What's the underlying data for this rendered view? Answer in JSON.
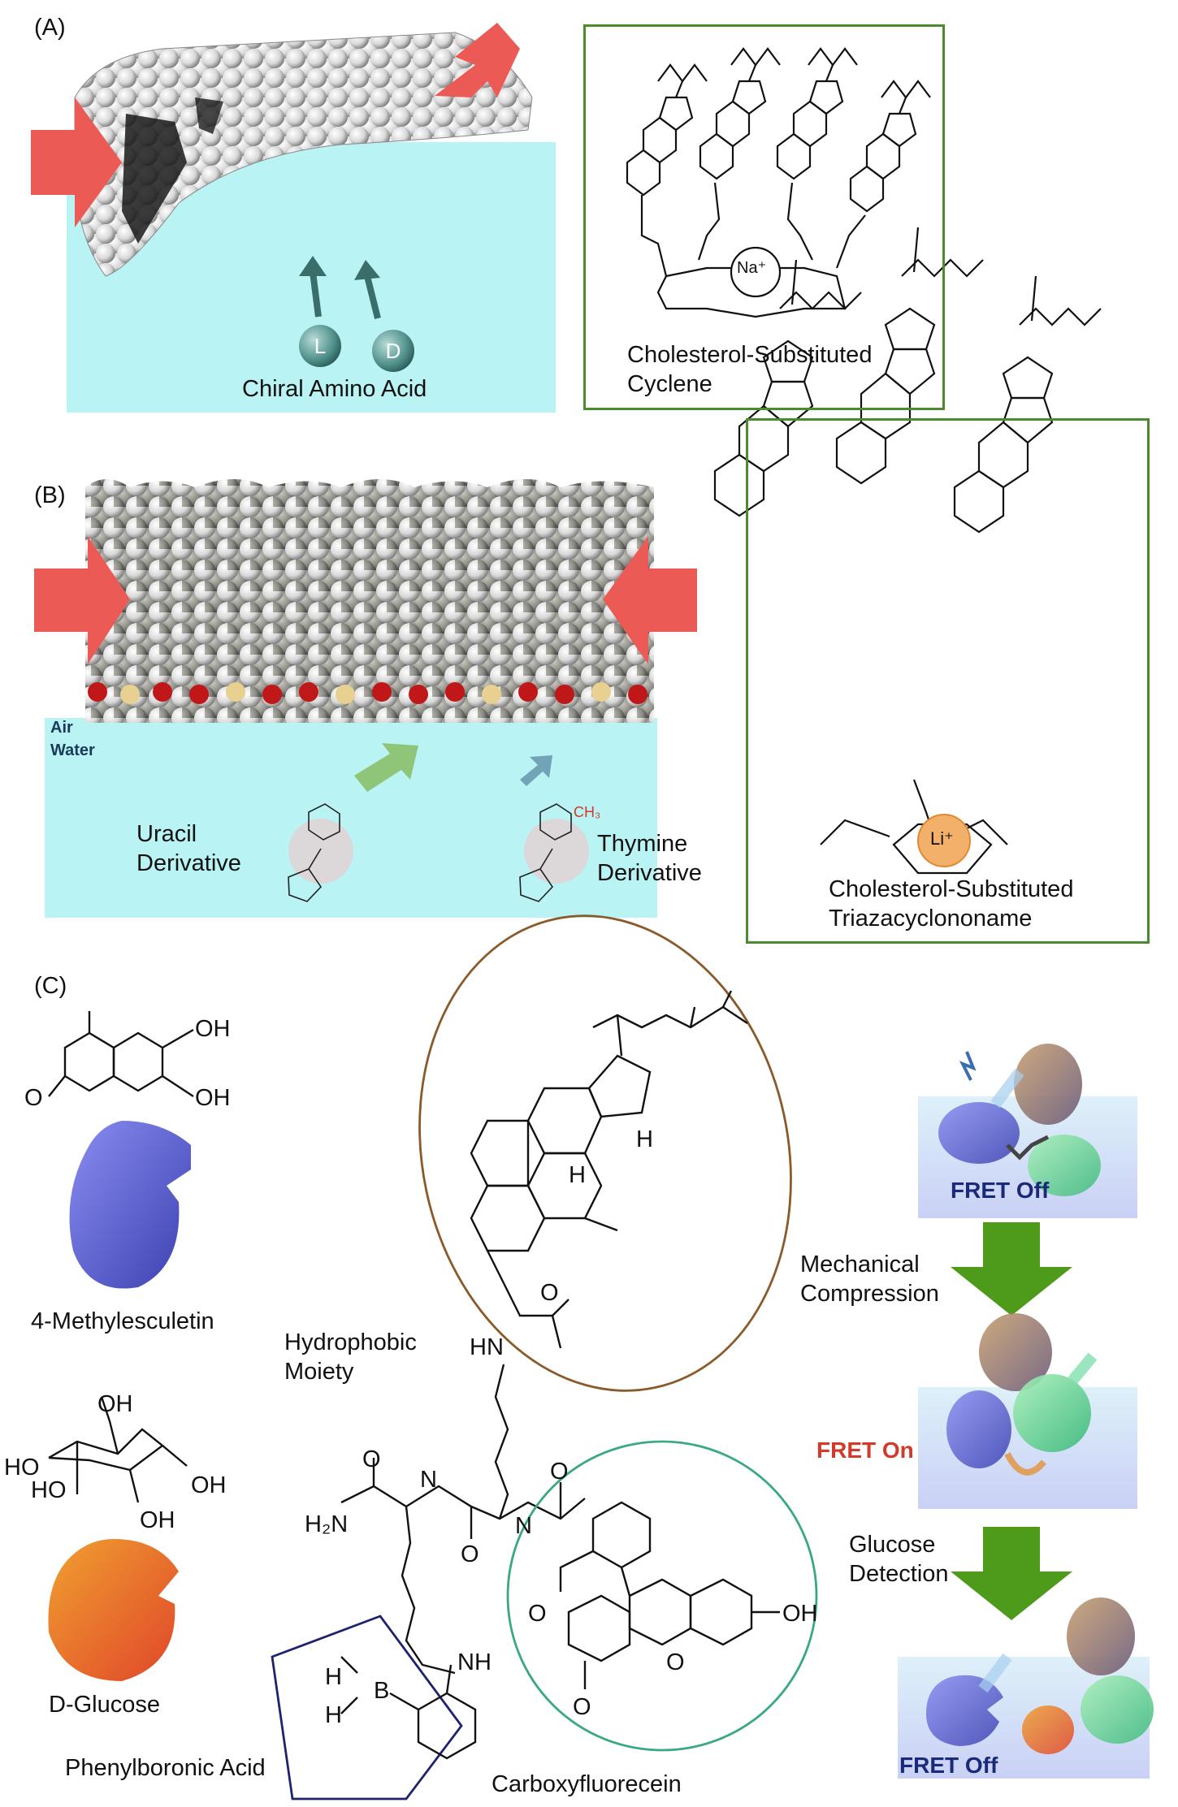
{
  "panel_a": {
    "letter": "(A)",
    "amino_acid_caption": "Chiral Amino Acid",
    "l_label": "L",
    "d_label": "D",
    "structure_caption_line1": "Cholesterol-Substituted",
    "structure_caption_line2": "Cyclene",
    "ion": "Na⁺"
  },
  "panel_b": {
    "letter": "(B)",
    "air_label": "Air",
    "water_label": "Water",
    "uracil_line1": "Uracil",
    "uracil_line2": "Derivative",
    "thymine_line1": "Thymine",
    "thymine_line2": "Derivative",
    "methyl_label": "CH₃",
    "structure_caption_line1": "Cholesterol-Substituted",
    "structure_caption_line2": "Triazacyclononame",
    "ion": "Li⁺"
  },
  "panel_c": {
    "letter": "(C)",
    "methylesculetin": "4-Methylesculetin",
    "glucose": "D-Glucose",
    "hydrophobic_line1": "Hydrophobic",
    "hydrophobic_line2": "Moiety",
    "phenylboronic": "Phenylboronic Acid",
    "carboxyfluorecein": "Carboxyfluorecein",
    "fret_off_1": "FRET Off",
    "fret_on": "FRET On",
    "fret_off_2": "FRET Off",
    "mechanical_line1": "Mechanical",
    "mechanical_line2": "Compression",
    "glucose_det_line1": "Glucose",
    "glucose_det_line2": "Detection",
    "chem": {
      "oh": "OH",
      "o": "O",
      "h": "H",
      "hn": "HN",
      "nh": "NH",
      "h2n": "H₂N",
      "ho": "HO",
      "b": "B",
      "n": "N"
    }
  },
  "colors": {
    "water": "#b9f3f4",
    "arrow_red": "#ec5a55",
    "box_green": "#4c8a2e",
    "ellipse_brown": "#8a5a2a",
    "circle_green": "#3aa882",
    "pentagon_navy": "#1e2370",
    "fret_off": "#1b2a78",
    "fret_on": "#d23a2a",
    "down_arrow": "#4e9a1a"
  }
}
